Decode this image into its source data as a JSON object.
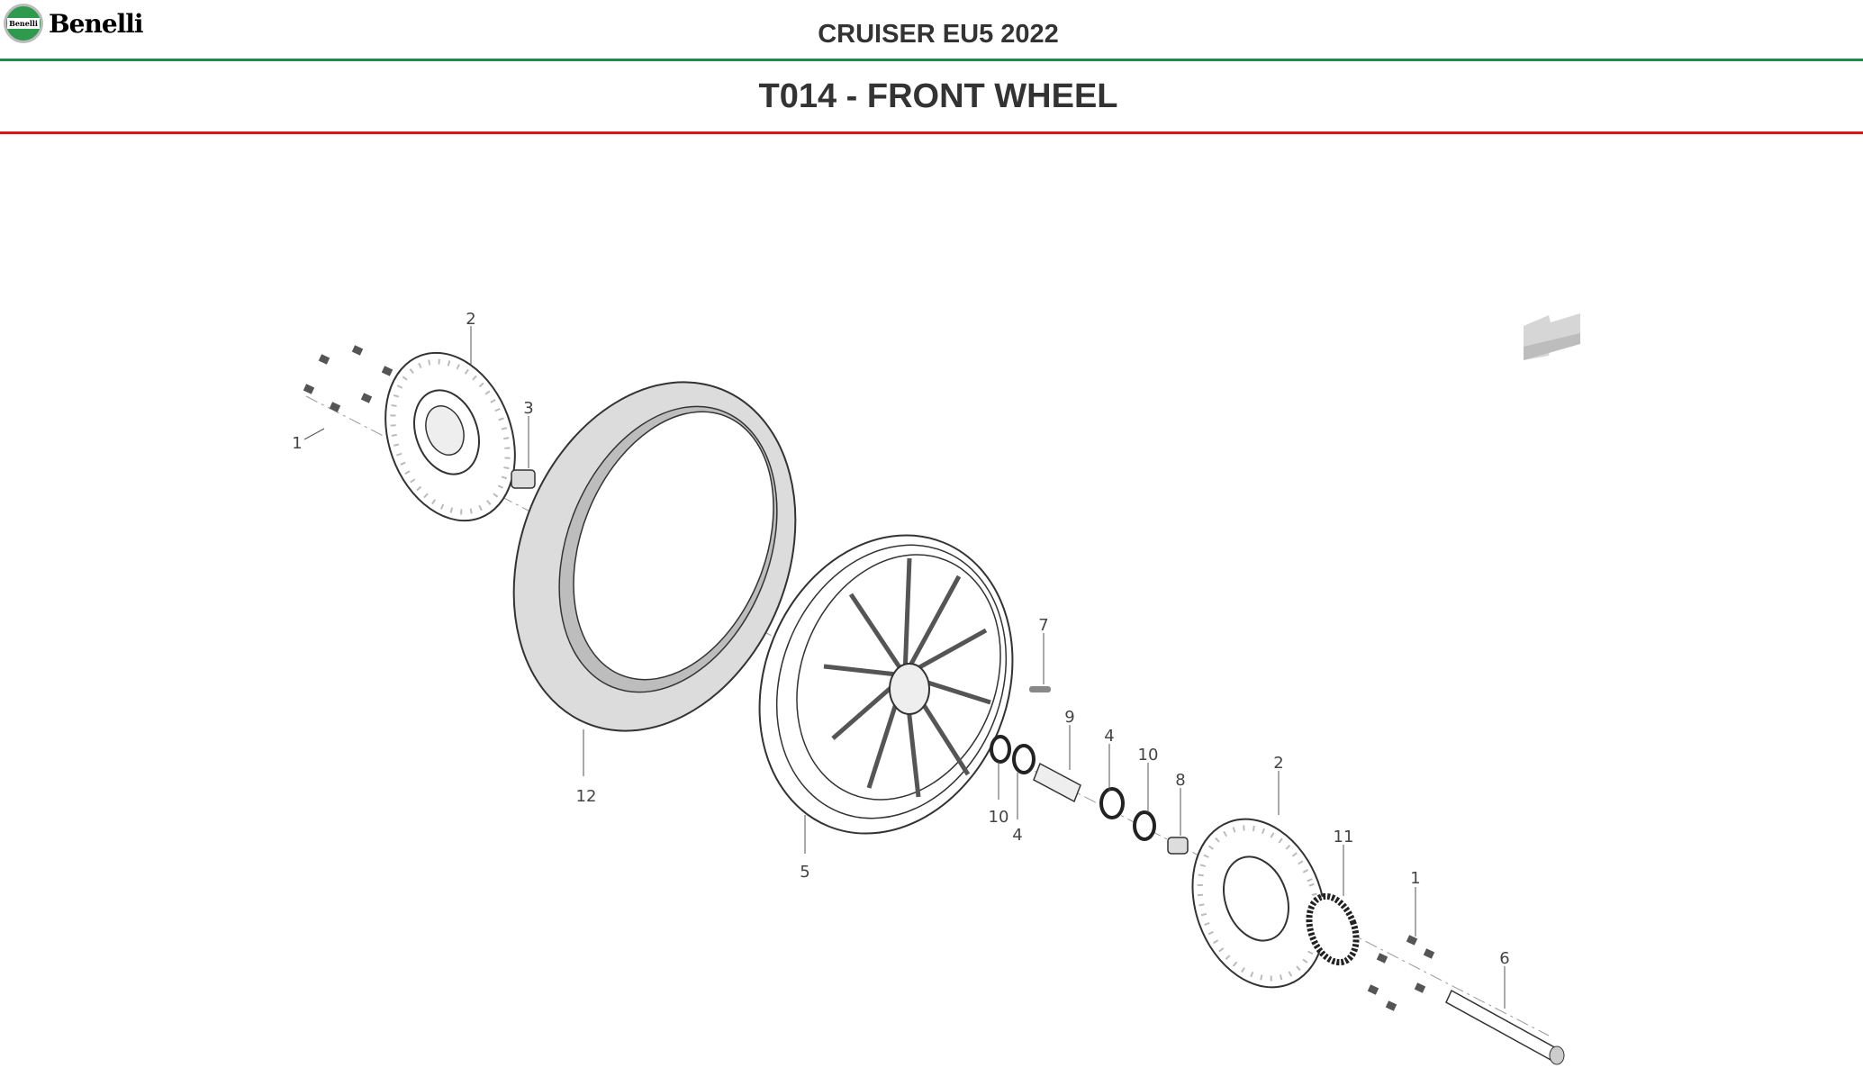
{
  "brand": {
    "name": "Benelli",
    "badge_text": "Benelli"
  },
  "header": {
    "model": "CRUISER EU5 2022",
    "title": "T014 - FRONT WHEEL"
  },
  "colors": {
    "green_rule": "#1c8a4b",
    "red_rule": "#e01414",
    "text": "#333333"
  },
  "diagram": {
    "callouts": [
      "1",
      "2",
      "3",
      "12",
      "5",
      "7",
      "9",
      "4",
      "10",
      "8",
      "10",
      "4",
      "2",
      "11",
      "1",
      "6"
    ],
    "orientation_icon": "direction-arrow-icon"
  }
}
